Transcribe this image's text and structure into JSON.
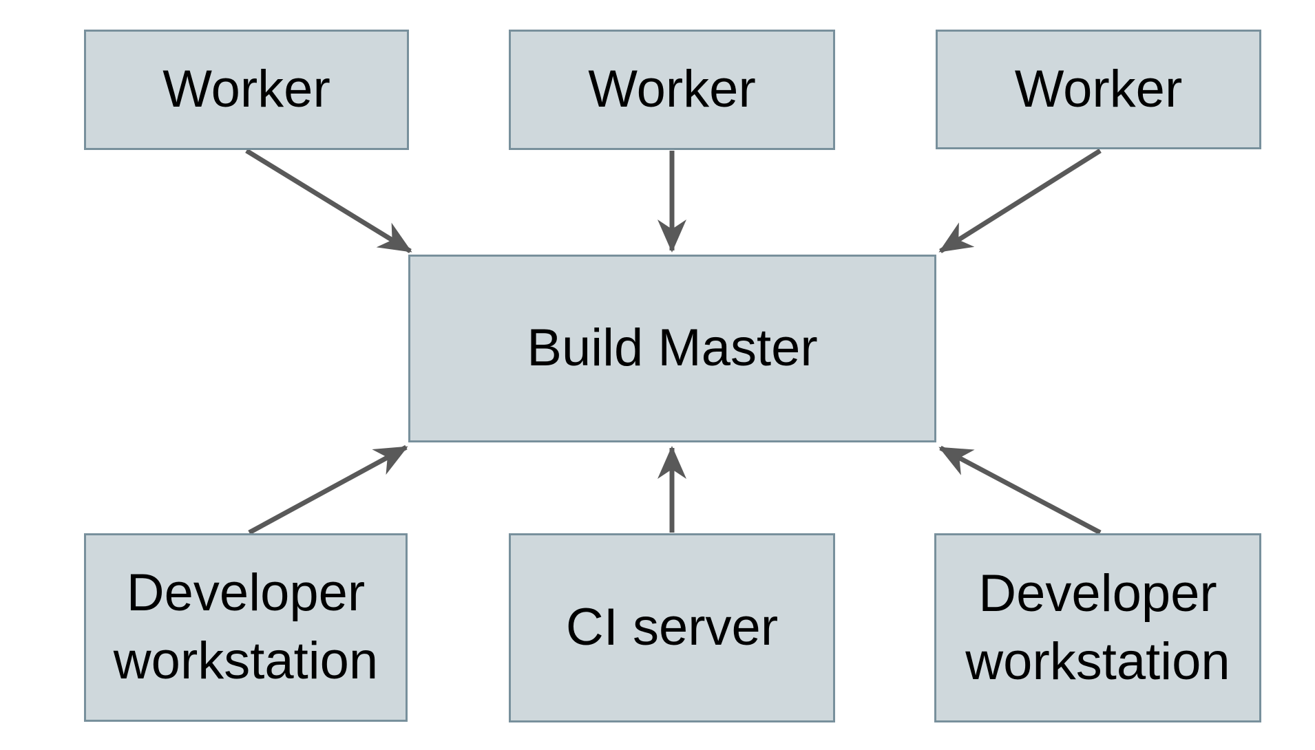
{
  "diagram": {
    "nodes": {
      "worker_1": {
        "label": "Worker"
      },
      "worker_2": {
        "label": "Worker"
      },
      "worker_3": {
        "label": "Worker"
      },
      "build_master": {
        "label": "Build Master"
      },
      "dev_workstation_left": {
        "label": "Developer workstation"
      },
      "ci_server": {
        "label": "CI server"
      },
      "dev_workstation_right": {
        "label": "Developer workstation"
      }
    },
    "edges": [
      {
        "from": "worker_1",
        "to": "build_master"
      },
      {
        "from": "worker_2",
        "to": "build_master"
      },
      {
        "from": "worker_3",
        "to": "build_master"
      },
      {
        "from": "dev_workstation_left",
        "to": "build_master"
      },
      {
        "from": "ci_server",
        "to": "build_master"
      },
      {
        "from": "dev_workstation_right",
        "to": "build_master"
      }
    ],
    "colors": {
      "node_fill": "#cfd8dc",
      "node_border": "#78909c",
      "arrow": "#595959",
      "text": "#000000",
      "background": "#ffffff"
    }
  }
}
